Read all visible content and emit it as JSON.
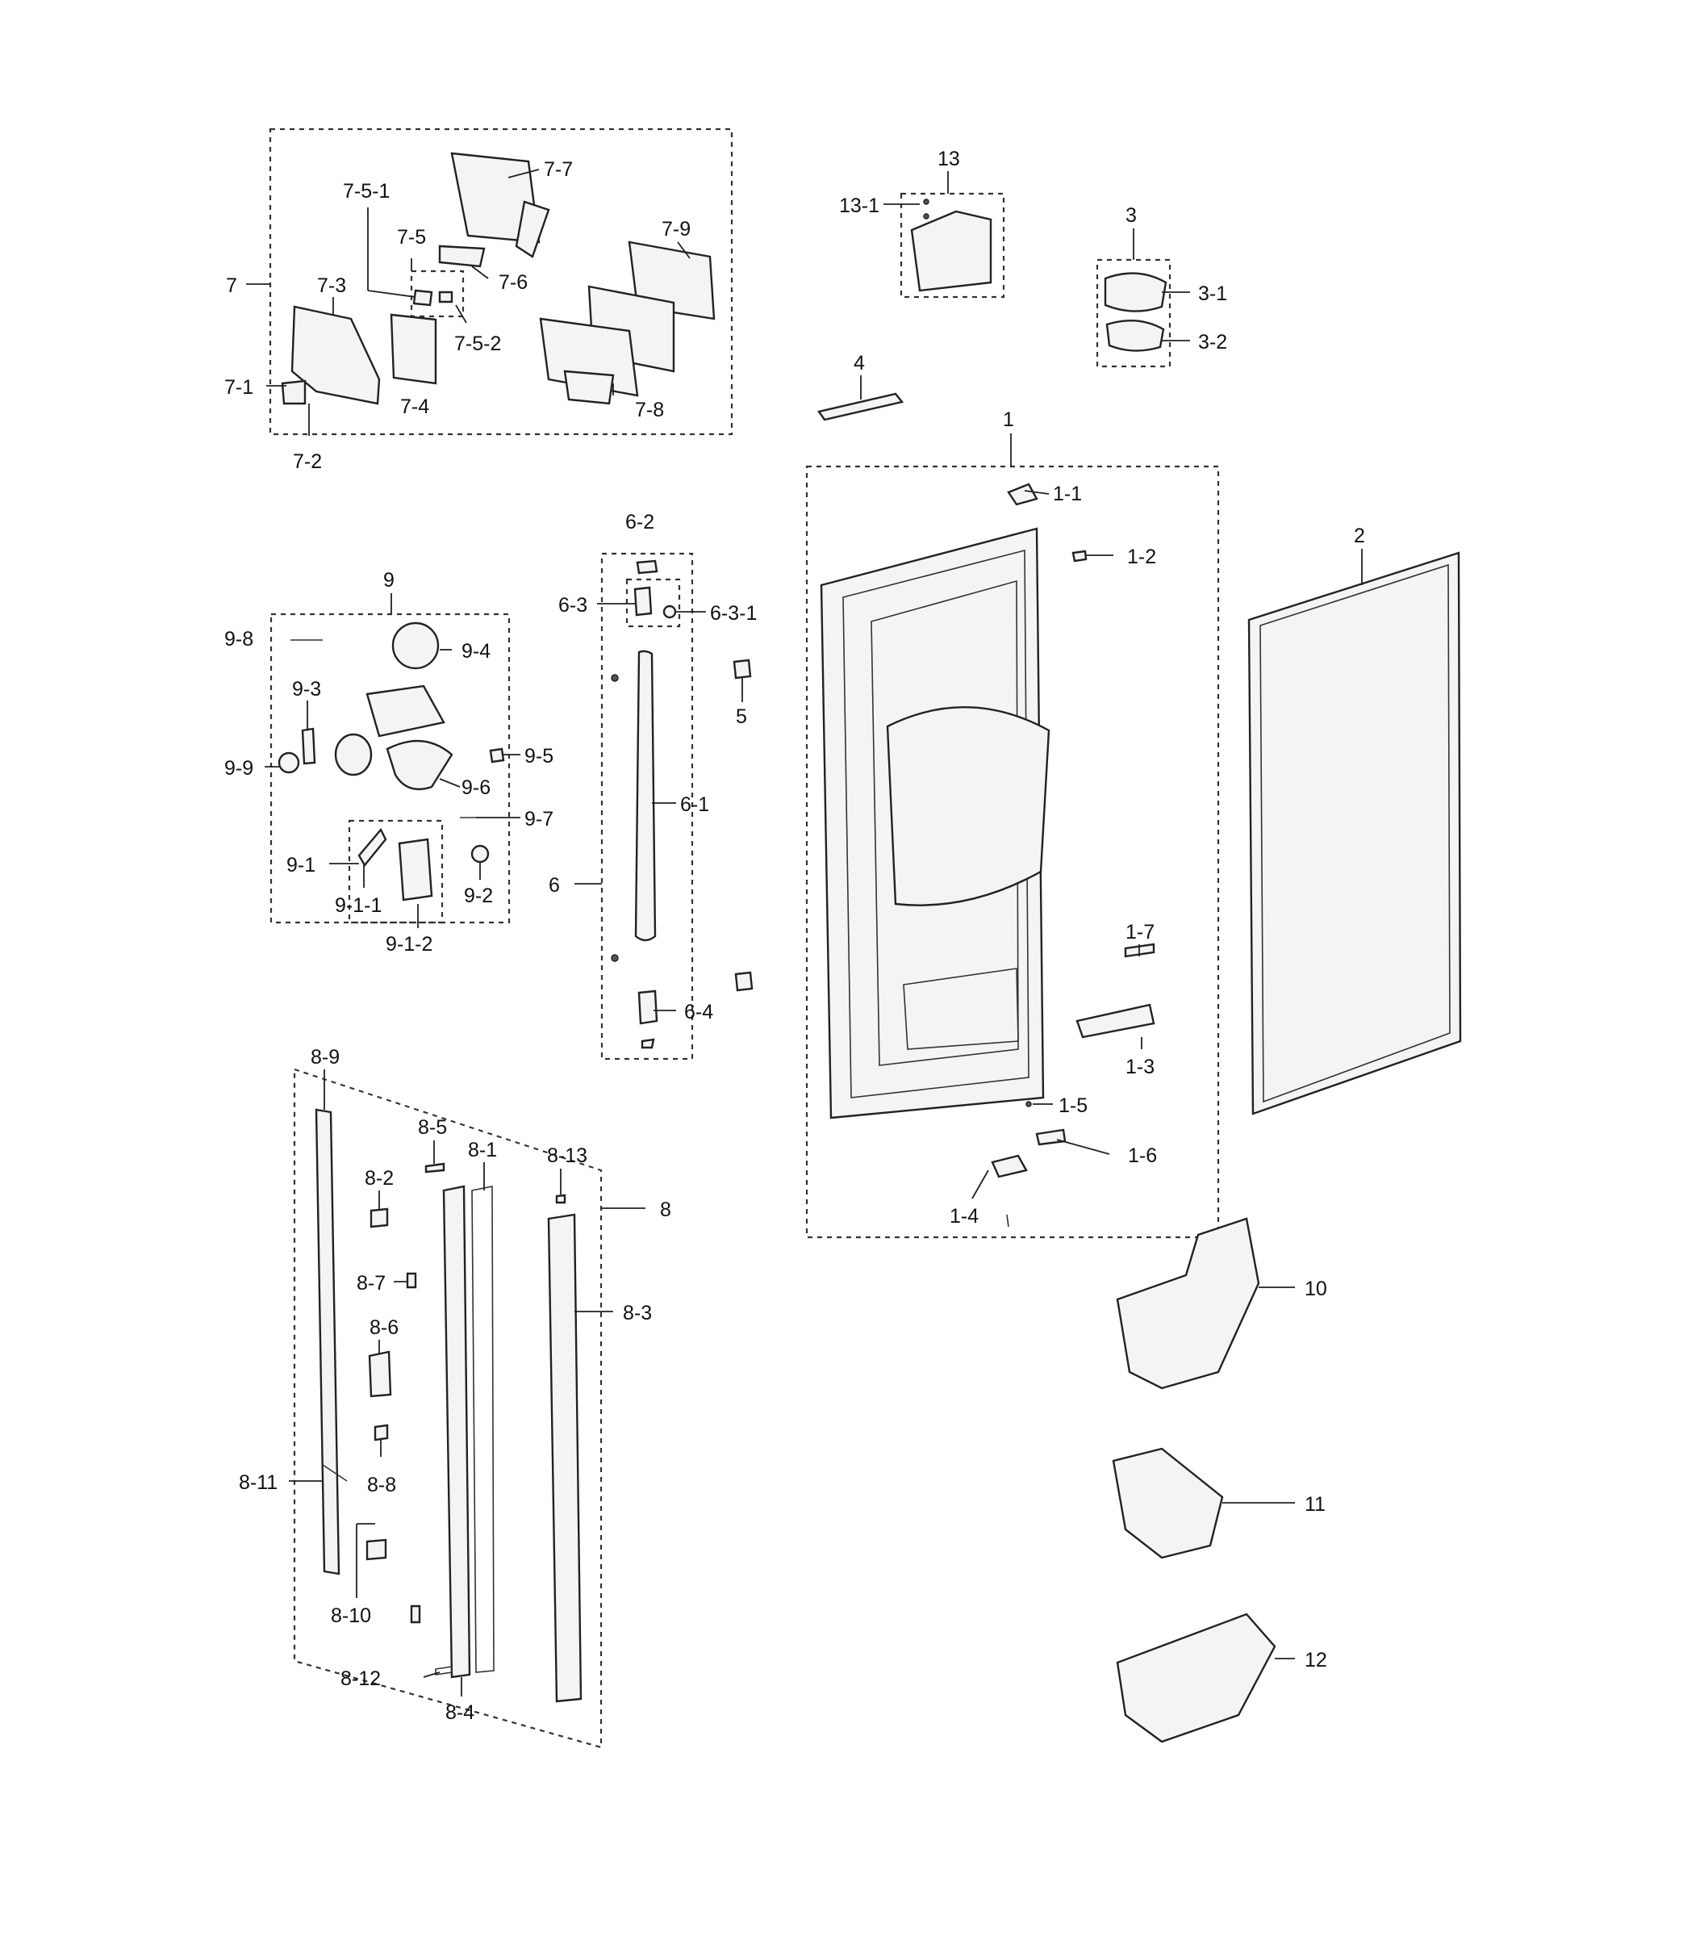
{
  "groups": {
    "g7": "7",
    "g9": "9",
    "g6": "6",
    "g1": "1",
    "g2": "2",
    "g3": "3",
    "g4": "4",
    "g5": "5",
    "g8": "8",
    "g10": "10",
    "g11": "11",
    "g12": "12",
    "g13": "13"
  },
  "callouts": {
    "c7_7": "7-7",
    "c7_5_1": "7-5-1",
    "c7_5": "7-5",
    "c7_6": "7-6",
    "c7_9": "7-9",
    "c7_3": "7-3",
    "c7_5_2": "7-5-2",
    "c7_1": "7-1",
    "c7_4": "7-4",
    "c7_8": "7-8",
    "c7_2": "7-2",
    "c13_1": "13-1",
    "c3_1": "3-1",
    "c3_2": "3-2",
    "c1_1": "1-1",
    "c1_2": "1-2",
    "c1_7": "1-7",
    "c1_3": "1-3",
    "c1_5": "1-5",
    "c1_6": "1-6",
    "c1_4": "1-4",
    "c6_2": "6-2",
    "c6_3": "6-3",
    "c6_3_1": "6-3-1",
    "c6_1": "6-1",
    "c6_4": "6-4",
    "c9_8": "9-8",
    "c9_4": "9-4",
    "c9_3": "9-3",
    "c9_9": "9-9",
    "c9_5": "9-5",
    "c9_6": "9-6",
    "c9_7": "9-7",
    "c9_1": "9-1",
    "c9_2": "9-2",
    "c9_1_1": "9-1-1",
    "c9_1_2": "9-1-2",
    "c8_9": "8-9",
    "c8_5": "8-5",
    "c8_1": "8-1",
    "c8_13": "8-13",
    "c8_2": "8-2",
    "c8_7": "8-7",
    "c8_3": "8-3",
    "c8_6": "8-6",
    "c8_11": "8-11",
    "c8_8": "8-8",
    "c8_10": "8-10",
    "c8_12": "8-12",
    "c8_4": "8-4"
  }
}
